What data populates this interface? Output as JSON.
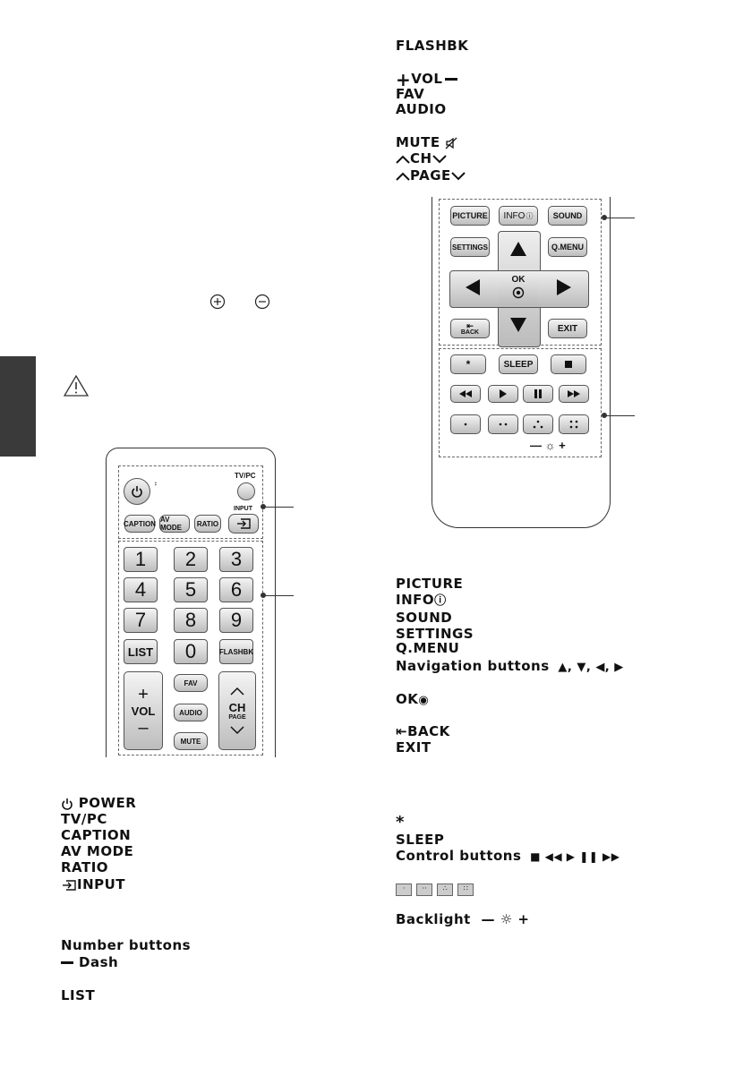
{
  "right_top": {
    "flashbk": "FLASHBK",
    "vol": "VOL",
    "fav": "FAV",
    "audio": "AUDIO",
    "mute": "MUTE",
    "ch": "CH",
    "page": "PAGE"
  },
  "remote_top": {
    "tvpc": "TV/PC",
    "input": "INPUT",
    "caption": "CAPTION",
    "avmode": "AV MODE",
    "ratio": "RATIO",
    "numbers": [
      "1",
      "2",
      "3",
      "4",
      "5",
      "6",
      "7",
      "8",
      "9"
    ],
    "list": "LIST",
    "zero": "0",
    "flashbk": "FLASHBK",
    "fav": "FAV",
    "audio": "AUDIO",
    "mute": "MUTE",
    "vol_plus": "+",
    "vol": "VOL",
    "vol_minus": "–",
    "ch": "CH",
    "page": "PAGE"
  },
  "remote_bottom": {
    "picture": "PICTURE",
    "info": "INFO",
    "sound": "SOUND",
    "settings": "SETTINGS",
    "qmenu": "Q.MENU",
    "ok": "OK",
    "back": "BACK",
    "exit": "EXIT",
    "star": "*",
    "sleep": "SLEEP",
    "backlight_minus": "—",
    "backlight_plus": "+"
  },
  "legend_right": {
    "picture": "PICTURE",
    "info": "INFO",
    "sound": "SOUND",
    "settings": "SETTINGS",
    "qmenu": "Q.MENU",
    "navigation": "Navigation buttons",
    "ok": "OK",
    "back": "BACK",
    "exit": "EXIT",
    "star": "*",
    "sleep": "SLEEP",
    "control": "Control buttons",
    "backlight": "Backlight"
  },
  "legend_left": {
    "power": "POWER",
    "tvpc": "TV/PC",
    "caption": "CAPTION",
    "avmode": "AV MODE",
    "ratio": "RATIO",
    "input": "INPUT",
    "number_buttons": "Number buttons",
    "dash": "Dash",
    "list": "LIST"
  }
}
